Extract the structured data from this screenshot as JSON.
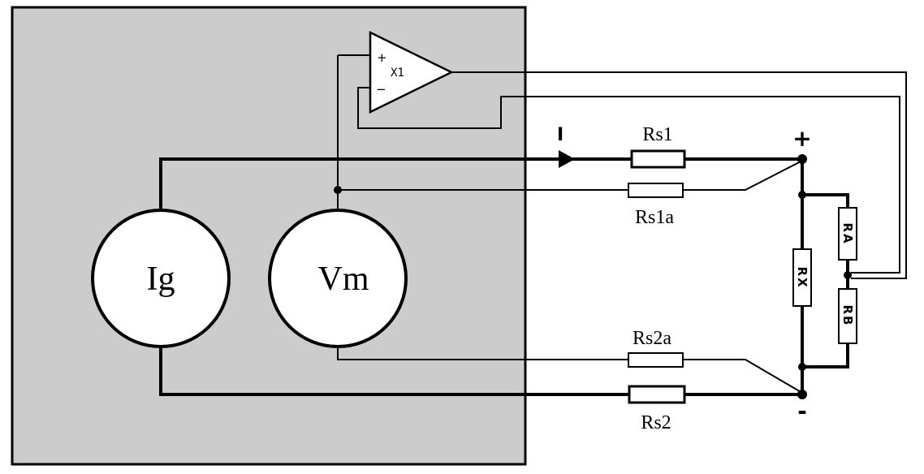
{
  "diagram": {
    "sources": {
      "current_source_label": "Ig",
      "voltmeter_label": "Vm"
    },
    "amplifier": {
      "label": "X1",
      "plus_sign": "+",
      "minus_sign": "−"
    },
    "current_arrow_label": "I",
    "resistors": {
      "rs1": "Rs1",
      "rs1a": "Rs1a",
      "rs2a": "Rs2a",
      "rs2": "Rs2",
      "rx": "RX",
      "ra": "RA",
      "rb": "RB"
    },
    "terminals": {
      "plus": "+",
      "minus": "-"
    },
    "colors": {
      "instrument_box": "#cccccc",
      "wire": "#000000",
      "component_fill": "#ffffff"
    }
  }
}
